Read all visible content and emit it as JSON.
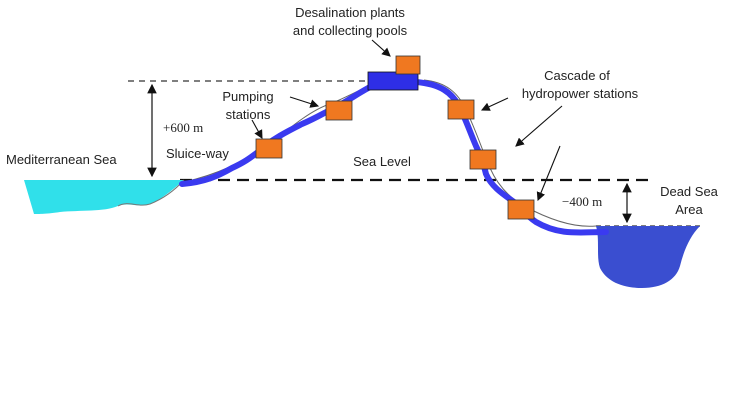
{
  "labels": {
    "desalination_line1": "Desalination plants",
    "desalination_line2": "and collecting pools",
    "cascade_line1": "Cascade of",
    "cascade_line2": "hydropower stations",
    "pumping_line1": "Pumping",
    "pumping_line2": "stations",
    "height_plus": "+600 m",
    "sluice": "Sluice-way",
    "mediterranean": "Mediterranean Sea",
    "sea_level": "Sea Level",
    "depth_minus": "−400 m",
    "dead_sea_line1": "Dead Sea",
    "dead_sea_line2": "Area"
  },
  "colors": {
    "pipe": "#3a3af0",
    "station": "#f07820",
    "mediterranean_water": "#30e0ea",
    "dead_sea_water": "#3a4ed0",
    "top_block": "#2e2ee6"
  }
}
